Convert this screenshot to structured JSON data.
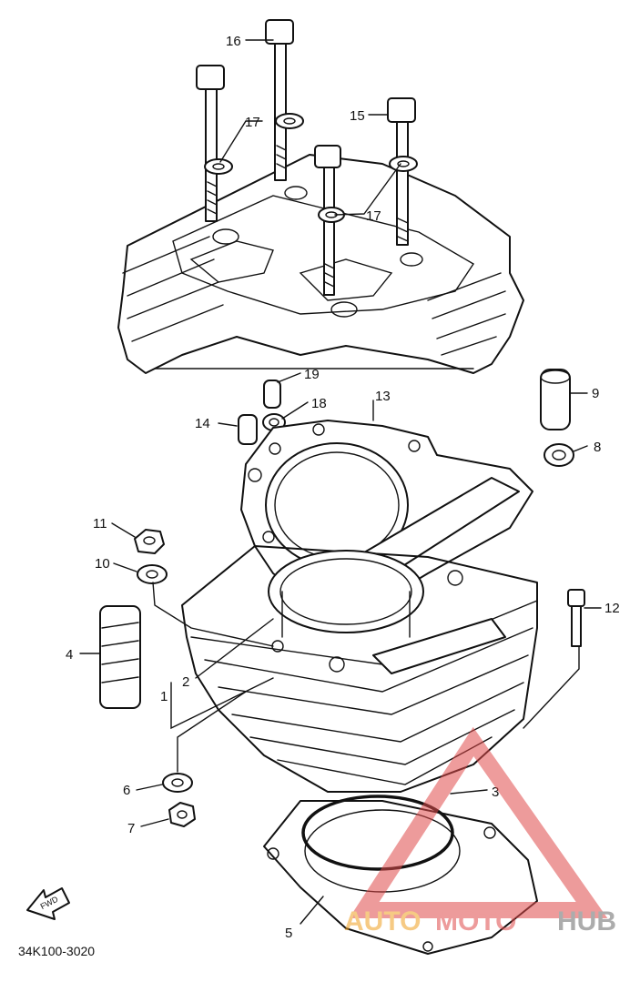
{
  "diagram": {
    "part_code": "34K100-3020",
    "fwd_label": "FWD",
    "watermark": {
      "part1": "AUTO",
      "part2": "MOTO",
      "part3": "HUB",
      "colors": [
        "#f0a020",
        "#e04a4a",
        "#6a6a6a"
      ]
    },
    "callouts": {
      "c1": "1",
      "c2": "2",
      "c3": "3",
      "c4": "4",
      "c5": "5",
      "c6": "6",
      "c7": "7",
      "c8": "8",
      "c9": "9",
      "c10": "10",
      "c11": "11",
      "c12": "12",
      "c13": "13",
      "c14": "14",
      "c15": "15",
      "c16": "16",
      "c17a": "17",
      "c17b": "17",
      "c18": "18",
      "c19": "19"
    }
  }
}
